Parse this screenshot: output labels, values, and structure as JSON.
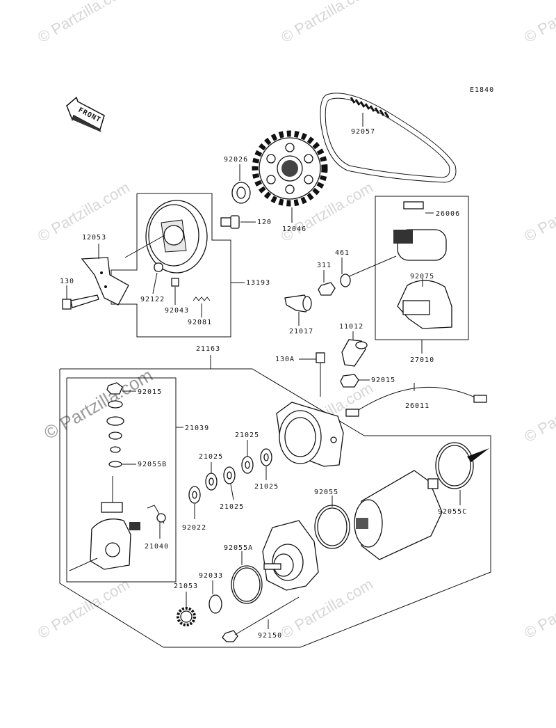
{
  "diagram": {
    "code": "E1840",
    "front_label": "FRONT",
    "watermark": "© Partzilla.com",
    "labels": {
      "p92057": "92057",
      "p92026": "92026",
      "p12046": "12046",
      "p26006": "26006",
      "p12053": "12053",
      "p120": "120",
      "p130": "130",
      "p92122": "92122",
      "p92043": "92043",
      "p92081": "92081",
      "p13193": "13193",
      "p311": "311",
      "p461": "461",
      "p92075": "92075",
      "p21017": "21017",
      "p11012": "11012",
      "p27010": "27010",
      "p21163": "21163",
      "p130A": "130A",
      "p92015a": "92015",
      "p92015b": "92015",
      "p26011": "26011",
      "p21039": "21039",
      "p21025a": "21025",
      "p21025b": "21025",
      "p21025c": "21025",
      "p21025d": "21025",
      "p92055B": "92055B",
      "p92022": "92022",
      "p92055": "92055",
      "p92055C": "92055C",
      "p21040": "21040",
      "p92055A": "92055A",
      "p92033": "92033",
      "p21053": "21053",
      "p92150": "92150"
    }
  }
}
